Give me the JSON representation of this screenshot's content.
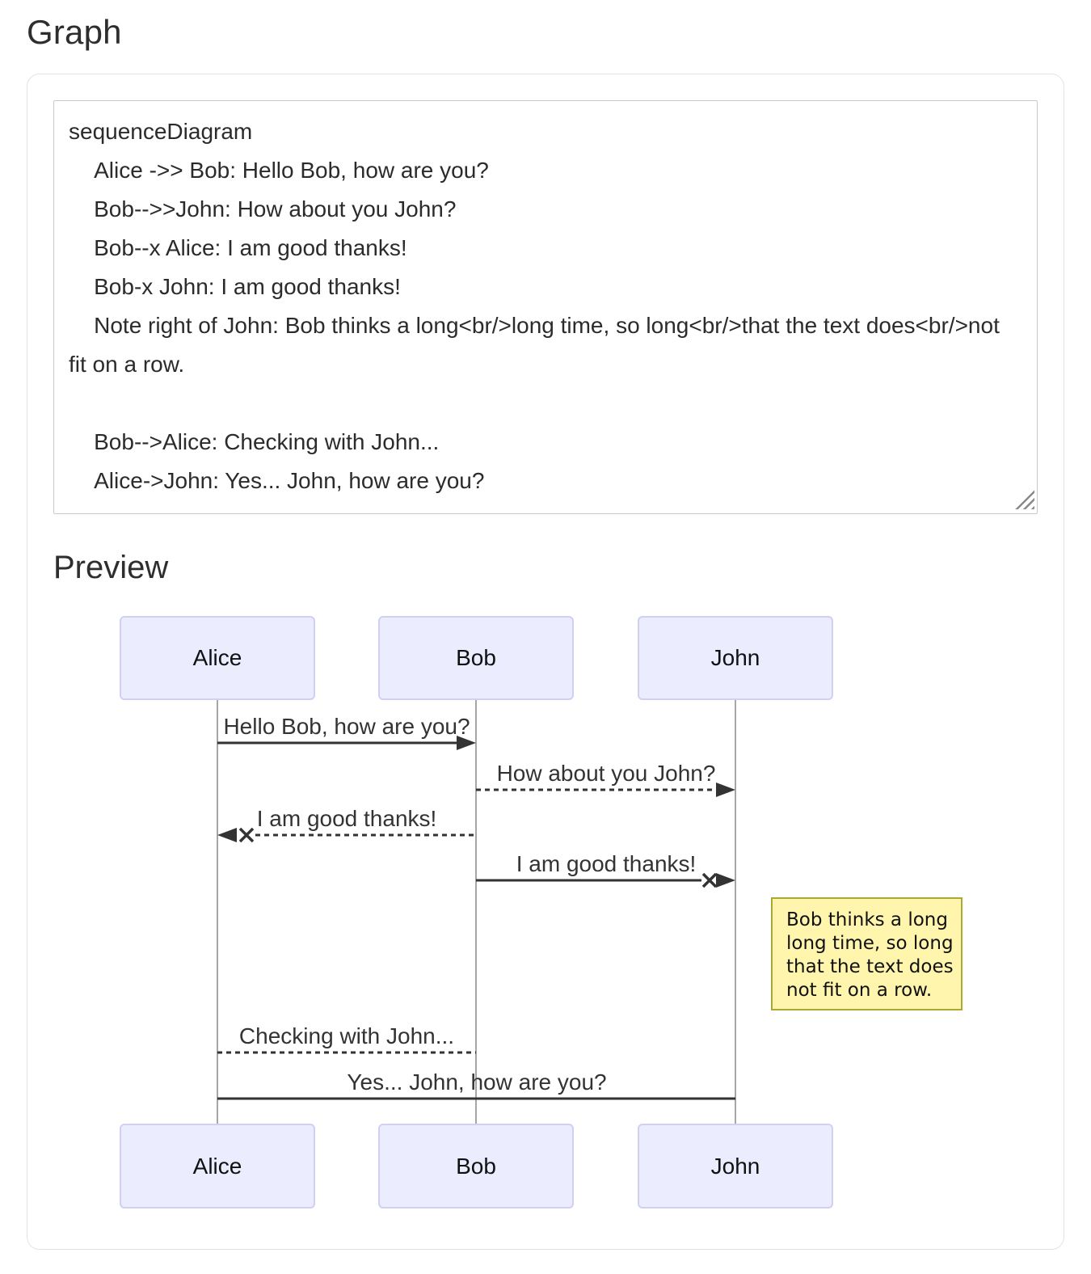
{
  "graph_section": {
    "heading": "Graph"
  },
  "editor": {
    "code": "sequenceDiagram\n    Alice ->> Bob: Hello Bob, how are you?\n    Bob-->>John: How about you John?\n    Bob--x Alice: I am good thanks!\n    Bob-x John: I am good thanks!\n    Note right of John: Bob thinks a long<br/>long time, so long<br/>that the text does<br/>not fit on a row.\n\n    Bob-->Alice: Checking with John...\n    Alice->John: Yes... John, how are you?"
  },
  "preview_section": {
    "heading": "Preview"
  },
  "diagram": {
    "actors": [
      "Alice",
      "Bob",
      "John"
    ],
    "messages": [
      {
        "from": "Alice",
        "to": "Bob",
        "label": "Hello Bob, how are you?",
        "line": "solid",
        "head": "arrow"
      },
      {
        "from": "Bob",
        "to": "John",
        "label": "How about you John?",
        "line": "dashed",
        "head": "arrow"
      },
      {
        "from": "Bob",
        "to": "Alice",
        "label": "I am good thanks!",
        "line": "dashed",
        "head": "cross"
      },
      {
        "from": "Bob",
        "to": "John",
        "label": "I am good thanks!",
        "line": "solid",
        "head": "cross"
      },
      {
        "from": "Bob",
        "to": "Alice",
        "label": "Checking with John...",
        "line": "dashed",
        "head": "none"
      },
      {
        "from": "Alice",
        "to": "John",
        "label": "Yes... John, how are you?",
        "line": "solid",
        "head": "none"
      }
    ],
    "note": {
      "position": "right of John",
      "lines": [
        "Bob thinks a long",
        "long time, so long",
        "that the text does",
        "not fit on a row."
      ]
    },
    "colors": {
      "actor_fill": "#ECECFF",
      "actor_border": "#D0D0F0",
      "note_fill": "#FFF5AD",
      "note_border": "#AAAA33",
      "message_line": "#333333",
      "lifeline": "#A6A6A6"
    }
  }
}
